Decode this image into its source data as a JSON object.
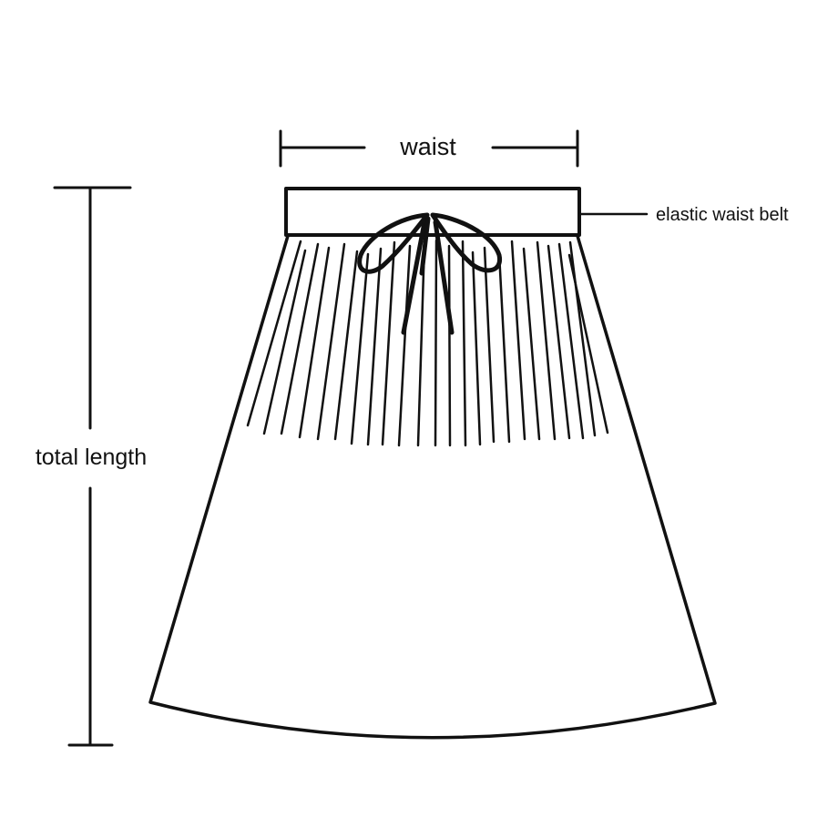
{
  "labels": {
    "waist": "waist",
    "total_length": "total length",
    "elastic_waist_belt": "elastic waist belt"
  },
  "colors": {
    "ink": "#111111",
    "background": "#ffffff"
  }
}
